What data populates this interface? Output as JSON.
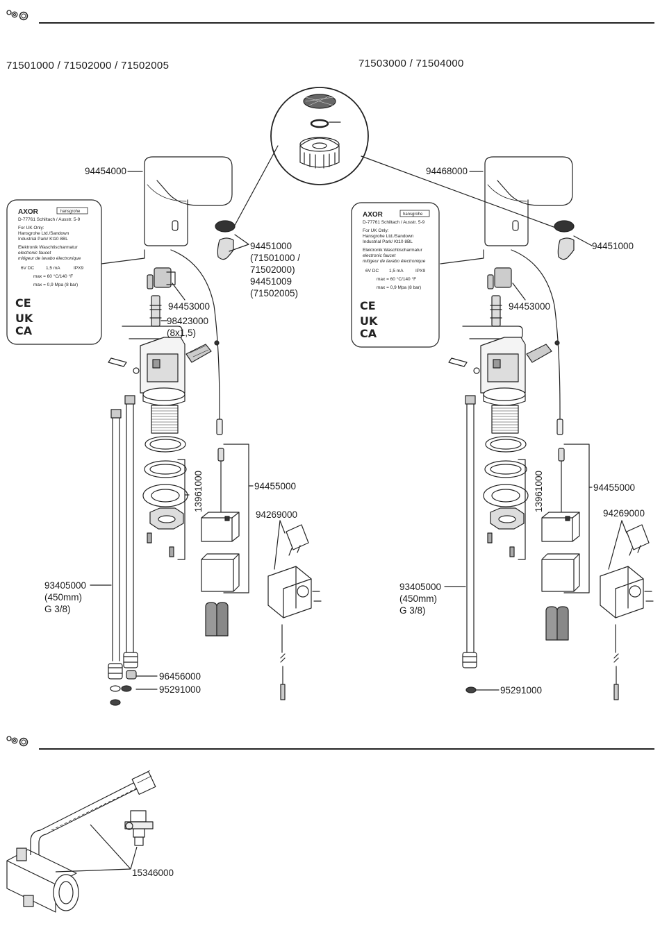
{
  "section1": {
    "icon": "spare-parts-icon",
    "left_model": "71501000 / 71502000 / 71502005",
    "right_model": "71503000 / 71504000"
  },
  "left": {
    "spout": "94454000",
    "aerator": "94451000",
    "aerator_note1": "(71501000 /",
    "aerator_note2": "71502000)",
    "aerator_alt": "94451009",
    "aerator_alt_note": "(71502005)",
    "solenoid": "94453000",
    "cartridge": "98423000",
    "cartridge_note": "(8x1,5)",
    "seals": "13961000",
    "electronics": "94455000",
    "adapter": "94269000",
    "hose": "93405000",
    "hose_len": "(450mm)",
    "hose_thread": "G 3/8)",
    "nut": "96456000",
    "screen": "95291000"
  },
  "right": {
    "spout": "94468000",
    "aerator": "94451000",
    "solenoid": "94453000",
    "seals": "13961000",
    "electronics": "94455000",
    "adapter": "94269000",
    "hose": "93405000",
    "hose_len": "(450mm)",
    "hose_thread": "G 3/8)",
    "screen": "95291000"
  },
  "rating_plate": {
    "brand": "AXOR",
    "brand2": "hansgrohe",
    "address": "D-77761 Schiltach / Ausstr. 5-9",
    "uk_only": "For UK Only:",
    "uk_company": "Hansgrohe Ltd./Sandown",
    "uk_address": "Industrial Park/ Kt10 8BL",
    "product_de": "Elektronik Waschtischarmatur",
    "product_en": "electronic faucet",
    "product_fr": "mitigeur de lavabo électronique",
    "voltage": "6V DC",
    "current": "1,5 mA",
    "ip": "IPX9",
    "temp": "max = 60 °C/140 °F",
    "pressure": "max = 0,9 Mpa (8 bar)",
    "ce": "CE",
    "uk": "UK",
    "ca": "CA"
  },
  "section2": {
    "icon": "spare-parts-icon",
    "part": "15346000"
  }
}
